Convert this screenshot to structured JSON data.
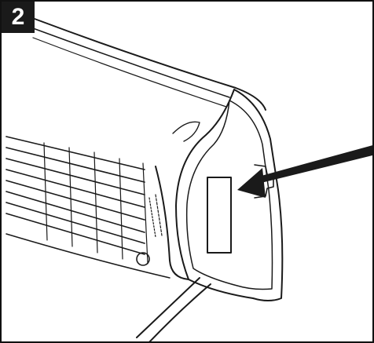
{
  "step": {
    "number": "2"
  },
  "illustration": {
    "subject": "heater-side-view",
    "callout": "arrow-pointing-to-rating-label",
    "stroke_color": "#1a1a1a",
    "fill_color": "#ffffff"
  }
}
